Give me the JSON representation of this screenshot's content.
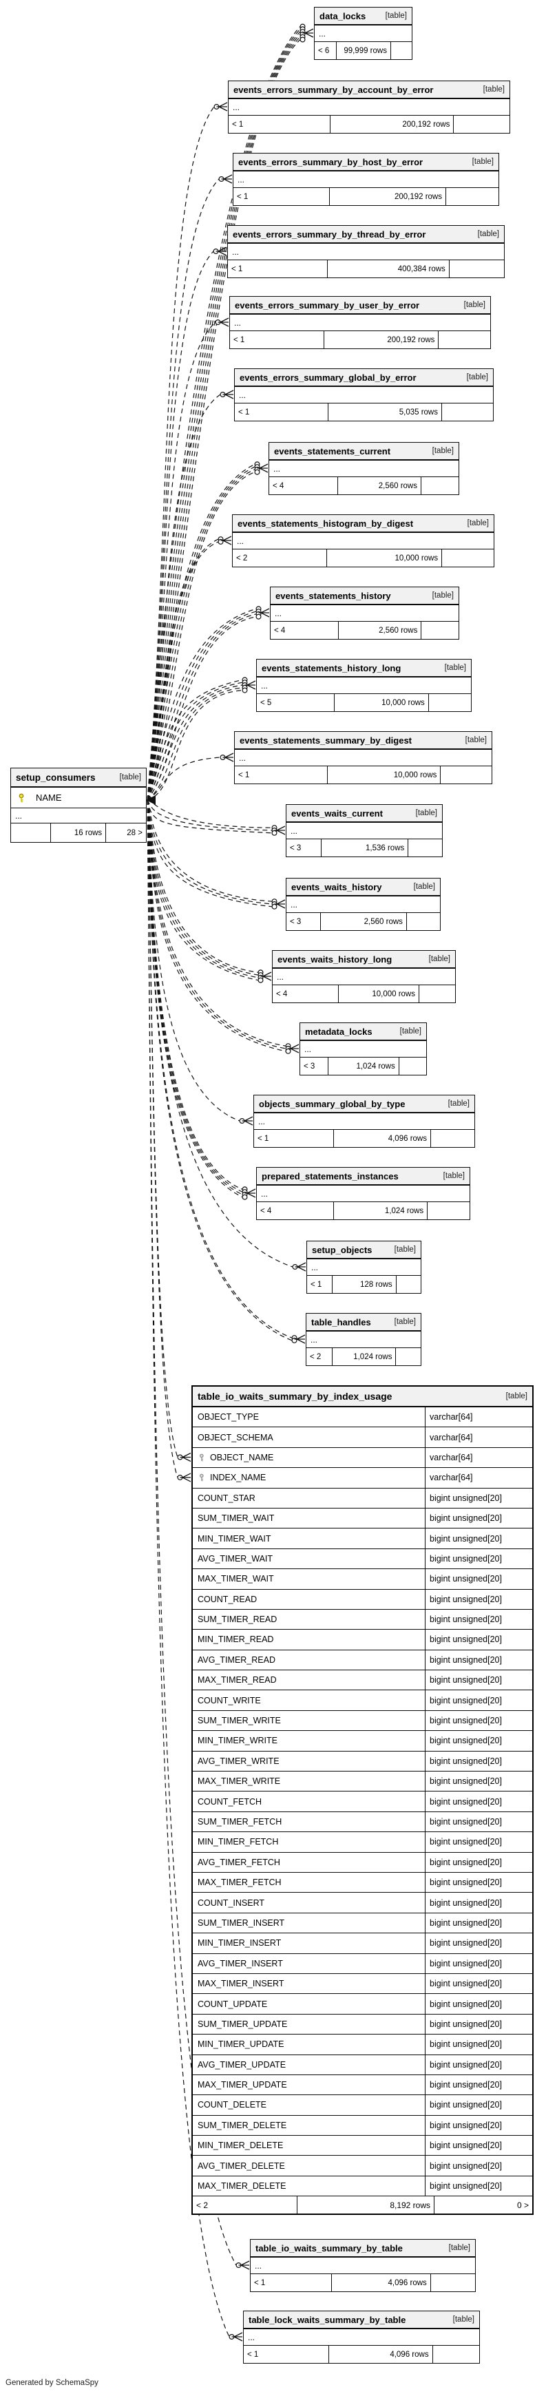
{
  "badge": "[table]",
  "credit": "Generated by SchemaSpy",
  "focus_table": {
    "name": "setup_consumers",
    "badge": "[table]",
    "columns": [
      {
        "name": "NAME",
        "icon": "primary-key-icon"
      }
    ],
    "more_columns": "...",
    "footer": {
      "degree": "",
      "rows": "16 rows",
      "children": "28 >"
    }
  },
  "related_tables": [
    {
      "name": "data_locks",
      "badge": "[table]",
      "more_columns": "...",
      "footer": {
        "degree": "< 6",
        "rows": "99,999 rows",
        "children": ""
      }
    },
    {
      "name": "events_errors_summary_by_account_by_error",
      "badge": "[table]",
      "more_columns": "...",
      "footer": {
        "degree": "< 1",
        "rows": "200,192 rows",
        "children": ""
      }
    },
    {
      "name": "events_errors_summary_by_host_by_error",
      "badge": "[table]",
      "more_columns": "...",
      "footer": {
        "degree": "< 1",
        "rows": "200,192 rows",
        "children": ""
      }
    },
    {
      "name": "events_errors_summary_by_thread_by_error",
      "badge": "[table]",
      "more_columns": "...",
      "footer": {
        "degree": "< 1",
        "rows": "400,384 rows",
        "children": ""
      }
    },
    {
      "name": "events_errors_summary_by_user_by_error",
      "badge": "[table]",
      "more_columns": "...",
      "footer": {
        "degree": "< 1",
        "rows": "200,192 rows",
        "children": ""
      }
    },
    {
      "name": "events_errors_summary_global_by_error",
      "badge": "[table]",
      "more_columns": "...",
      "footer": {
        "degree": "< 1",
        "rows": "5,035 rows",
        "children": ""
      }
    },
    {
      "name": "events_statements_current",
      "badge": "[table]",
      "more_columns": "...",
      "footer": {
        "degree": "< 4",
        "rows": "2,560 rows",
        "children": ""
      }
    },
    {
      "name": "events_statements_histogram_by_digest",
      "badge": "[table]",
      "more_columns": "...",
      "footer": {
        "degree": "< 2",
        "rows": "10,000 rows",
        "children": ""
      }
    },
    {
      "name": "events_statements_history",
      "badge": "[table]",
      "more_columns": "...",
      "footer": {
        "degree": "< 4",
        "rows": "2,560 rows",
        "children": ""
      }
    },
    {
      "name": "events_statements_history_long",
      "badge": "[table]",
      "more_columns": "...",
      "footer": {
        "degree": "< 5",
        "rows": "10,000 rows",
        "children": ""
      }
    },
    {
      "name": "events_statements_summary_by_digest",
      "badge": "[table]",
      "more_columns": "...",
      "footer": {
        "degree": "< 1",
        "rows": "10,000 rows",
        "children": ""
      }
    },
    {
      "name": "events_waits_current",
      "badge": "[table]",
      "more_columns": "...",
      "footer": {
        "degree": "< 3",
        "rows": "1,536 rows",
        "children": ""
      }
    },
    {
      "name": "events_waits_history",
      "badge": "[table]",
      "more_columns": "...",
      "footer": {
        "degree": "< 3",
        "rows": "2,560 rows",
        "children": ""
      }
    },
    {
      "name": "events_waits_history_long",
      "badge": "[table]",
      "more_columns": "...",
      "footer": {
        "degree": "< 4",
        "rows": "10,000 rows",
        "children": ""
      }
    },
    {
      "name": "metadata_locks",
      "badge": "[table]",
      "more_columns": "...",
      "footer": {
        "degree": "< 3",
        "rows": "1,024 rows",
        "children": ""
      }
    },
    {
      "name": "objects_summary_global_by_type",
      "badge": "[table]",
      "more_columns": "...",
      "footer": {
        "degree": "< 1",
        "rows": "4,096 rows",
        "children": ""
      }
    },
    {
      "name": "prepared_statements_instances",
      "badge": "[table]",
      "more_columns": "...",
      "footer": {
        "degree": "< 4",
        "rows": "1,024 rows",
        "children": ""
      }
    },
    {
      "name": "setup_objects",
      "badge": "[table]",
      "more_columns": "...",
      "footer": {
        "degree": "< 1",
        "rows": "128 rows",
        "children": ""
      }
    },
    {
      "name": "table_handles",
      "badge": "[table]",
      "more_columns": "...",
      "footer": {
        "degree": "< 2",
        "rows": "1,024 rows",
        "children": ""
      }
    },
    {
      "name": "table_io_waits_summary_by_index_usage",
      "badge": "[table]",
      "columns": [
        {
          "name": "OBJECT_TYPE",
          "type": "varchar[64]"
        },
        {
          "name": "OBJECT_SCHEMA",
          "type": "varchar[64]"
        },
        {
          "name": "OBJECT_NAME",
          "type": "varchar[64]",
          "icon": "index-key-icon"
        },
        {
          "name": "INDEX_NAME",
          "type": "varchar[64]",
          "icon": "index-key-icon"
        },
        {
          "name": "COUNT_STAR",
          "type": "bigint unsigned[20]"
        },
        {
          "name": "SUM_TIMER_WAIT",
          "type": "bigint unsigned[20]"
        },
        {
          "name": "MIN_TIMER_WAIT",
          "type": "bigint unsigned[20]"
        },
        {
          "name": "AVG_TIMER_WAIT",
          "type": "bigint unsigned[20]"
        },
        {
          "name": "MAX_TIMER_WAIT",
          "type": "bigint unsigned[20]"
        },
        {
          "name": "COUNT_READ",
          "type": "bigint unsigned[20]"
        },
        {
          "name": "SUM_TIMER_READ",
          "type": "bigint unsigned[20]"
        },
        {
          "name": "MIN_TIMER_READ",
          "type": "bigint unsigned[20]"
        },
        {
          "name": "AVG_TIMER_READ",
          "type": "bigint unsigned[20]"
        },
        {
          "name": "MAX_TIMER_READ",
          "type": "bigint unsigned[20]"
        },
        {
          "name": "COUNT_WRITE",
          "type": "bigint unsigned[20]"
        },
        {
          "name": "SUM_TIMER_WRITE",
          "type": "bigint unsigned[20]"
        },
        {
          "name": "MIN_TIMER_WRITE",
          "type": "bigint unsigned[20]"
        },
        {
          "name": "AVG_TIMER_WRITE",
          "type": "bigint unsigned[20]"
        },
        {
          "name": "MAX_TIMER_WRITE",
          "type": "bigint unsigned[20]"
        },
        {
          "name": "COUNT_FETCH",
          "type": "bigint unsigned[20]"
        },
        {
          "name": "SUM_TIMER_FETCH",
          "type": "bigint unsigned[20]"
        },
        {
          "name": "MIN_TIMER_FETCH",
          "type": "bigint unsigned[20]"
        },
        {
          "name": "AVG_TIMER_FETCH",
          "type": "bigint unsigned[20]"
        },
        {
          "name": "MAX_TIMER_FETCH",
          "type": "bigint unsigned[20]"
        },
        {
          "name": "COUNT_INSERT",
          "type": "bigint unsigned[20]"
        },
        {
          "name": "SUM_TIMER_INSERT",
          "type": "bigint unsigned[20]"
        },
        {
          "name": "MIN_TIMER_INSERT",
          "type": "bigint unsigned[20]"
        },
        {
          "name": "AVG_TIMER_INSERT",
          "type": "bigint unsigned[20]"
        },
        {
          "name": "MAX_TIMER_INSERT",
          "type": "bigint unsigned[20]"
        },
        {
          "name": "COUNT_UPDATE",
          "type": "bigint unsigned[20]"
        },
        {
          "name": "SUM_TIMER_UPDATE",
          "type": "bigint unsigned[20]"
        },
        {
          "name": "MIN_TIMER_UPDATE",
          "type": "bigint unsigned[20]"
        },
        {
          "name": "AVG_TIMER_UPDATE",
          "type": "bigint unsigned[20]"
        },
        {
          "name": "MAX_TIMER_UPDATE",
          "type": "bigint unsigned[20]"
        },
        {
          "name": "COUNT_DELETE",
          "type": "bigint unsigned[20]"
        },
        {
          "name": "SUM_TIMER_DELETE",
          "type": "bigint unsigned[20]"
        },
        {
          "name": "MIN_TIMER_DELETE",
          "type": "bigint unsigned[20]"
        },
        {
          "name": "AVG_TIMER_DELETE",
          "type": "bigint unsigned[20]"
        },
        {
          "name": "MAX_TIMER_DELETE",
          "type": "bigint unsigned[20]"
        }
      ],
      "footer": {
        "degree": "< 2",
        "rows": "8,192 rows",
        "children": "0 >"
      }
    },
    {
      "name": "table_io_waits_summary_by_table",
      "badge": "[table]",
      "more_columns": "...",
      "footer": {
        "degree": "< 1",
        "rows": "4,096 rows",
        "children": ""
      }
    },
    {
      "name": "table_lock_waits_summary_by_table",
      "badge": "[table]",
      "more_columns": "...",
      "footer": {
        "degree": "< 1",
        "rows": "4,096 rows",
        "children": ""
      }
    }
  ]
}
